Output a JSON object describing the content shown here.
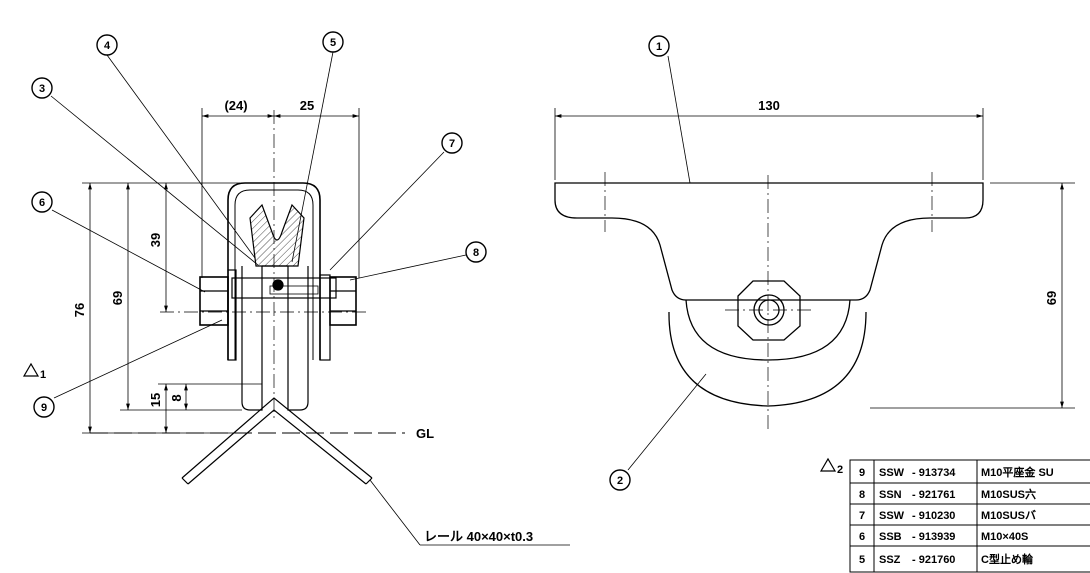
{
  "front_view": {
    "dims": {
      "width_left": "(24)",
      "width_right": "25",
      "height_39": "39",
      "height_76": "76",
      "height_69": "69",
      "height_15": "15",
      "height_8": "8"
    },
    "ground_label": "GL",
    "rail_label": "レール 40×40×t0.3",
    "balloons": [
      "1",
      "2",
      "3",
      "4",
      "5",
      "6",
      "7",
      "8",
      "9"
    ],
    "revision_mark": "1"
  },
  "side_view": {
    "dims": {
      "width_130": "130",
      "height_69": "69"
    }
  },
  "parts_table": {
    "revision_mark": "2",
    "rows": [
      {
        "no": "9",
        "code": "SSW",
        "num": "- 913734",
        "desc": "M10平座金 SU"
      },
      {
        "no": "8",
        "code": "SSN",
        "num": "- 921761",
        "desc": "M10SUS六"
      },
      {
        "no": "7",
        "code": "SSW",
        "num": "- 910230",
        "desc": "M10SUSバ"
      },
      {
        "no": "6",
        "code": "SSB",
        "num": "- 913939",
        "desc": "M10×40S"
      },
      {
        "no": "5",
        "code": "SSZ",
        "num": "- 921760",
        "desc": "C型止め輪"
      }
    ]
  }
}
